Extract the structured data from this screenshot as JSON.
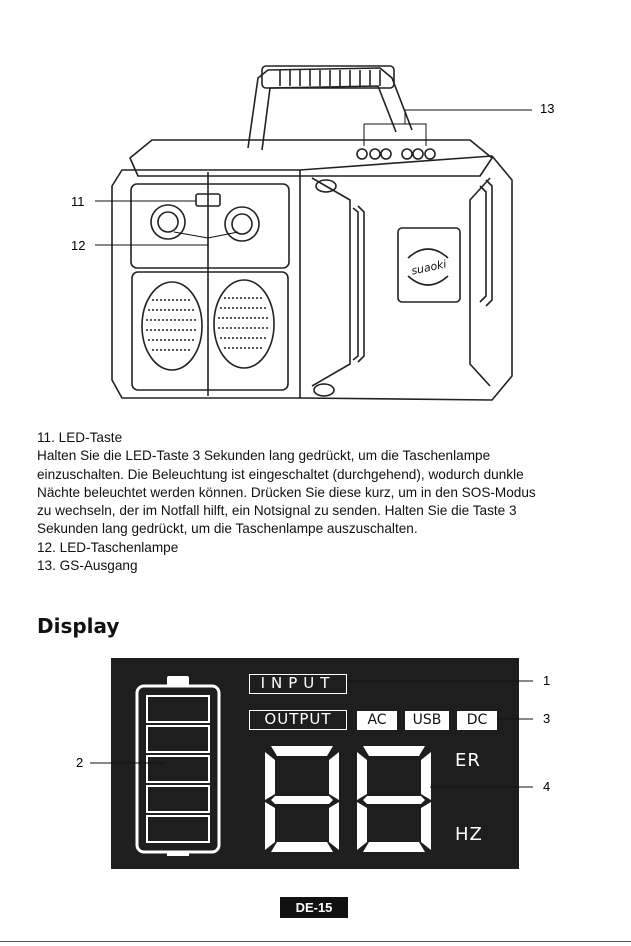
{
  "callouts": {
    "c11": "11",
    "c12": "12",
    "c13": "13"
  },
  "brand_logo_text": "suaoki",
  "description": {
    "lines": [
      "11. LED-Taste",
      "Halten Sie die LED-Taste 3 Sekunden lang gedrückt, um die Taschenlampe",
      "einzuschalten. Die Beleuchtung ist eingeschaltet (durchgehend), wodurch dunkle",
      "Nächte beleuchtet werden können. Drücken Sie diese kurz, um in den SOS-Modus",
      "zu wechseln, der im Notfall hilft, ein Notsignal zu senden. Halten Sie die Taste 3",
      "Sekunden lang gedrückt, um die Taschenlampe auszuschalten.",
      "12. LED-Taschenlampe",
      "13. GS-Ausgang"
    ]
  },
  "display_section": {
    "heading": "Display",
    "lcd": {
      "input_label": "INPUT",
      "output_label": "OUTPUT",
      "chips": [
        "AC",
        "USB",
        "DC"
      ],
      "unit_top": "ER",
      "unit_bottom": "HZ",
      "battery_segments": 5
    },
    "callouts": {
      "c1": "1",
      "c2": "2",
      "c3": "3",
      "c4": "4"
    }
  },
  "page_label": "DE-15",
  "colors": {
    "lcd_bg": "#1e1e1e",
    "ink": "#111111",
    "white": "#ffffff"
  }
}
